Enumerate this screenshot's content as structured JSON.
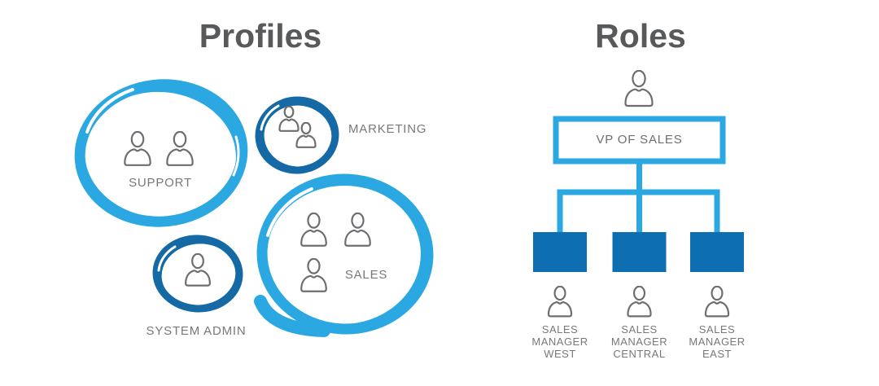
{
  "colors": {
    "light_blue": "#2BA8E2",
    "dark_blue": "#1569A5",
    "box_blue": "#0D6FB1",
    "title_gray": "#58595B",
    "label_gray": "#77787B",
    "icon_gray": "#6D6E71",
    "background": "#FFFFFF"
  },
  "profiles": {
    "title": "Profiles",
    "groups": [
      {
        "id": "support",
        "label": "SUPPORT",
        "members": 2,
        "circle_style": "light-blue-marker"
      },
      {
        "id": "marketing",
        "label": "MARKETING",
        "members": 2,
        "circle_style": "dark-blue-marker"
      },
      {
        "id": "system-admin",
        "label": "SYSTEM ADMIN",
        "members": 1,
        "circle_style": "dark-blue-marker"
      },
      {
        "id": "sales",
        "label": "SALES",
        "members": 3,
        "circle_style": "light-blue-marker"
      }
    ]
  },
  "roles": {
    "title": "Roles",
    "top_role": {
      "label": "VP OF SALES"
    },
    "subordinates": [
      {
        "label_lines": [
          "SALES",
          "MANAGER",
          "WEST"
        ]
      },
      {
        "label_lines": [
          "SALES",
          "MANAGER",
          "CENTRAL"
        ]
      },
      {
        "label_lines": [
          "SALES",
          "MANAGER",
          "EAST"
        ]
      }
    ]
  },
  "icons": {
    "person": "person-icon"
  }
}
